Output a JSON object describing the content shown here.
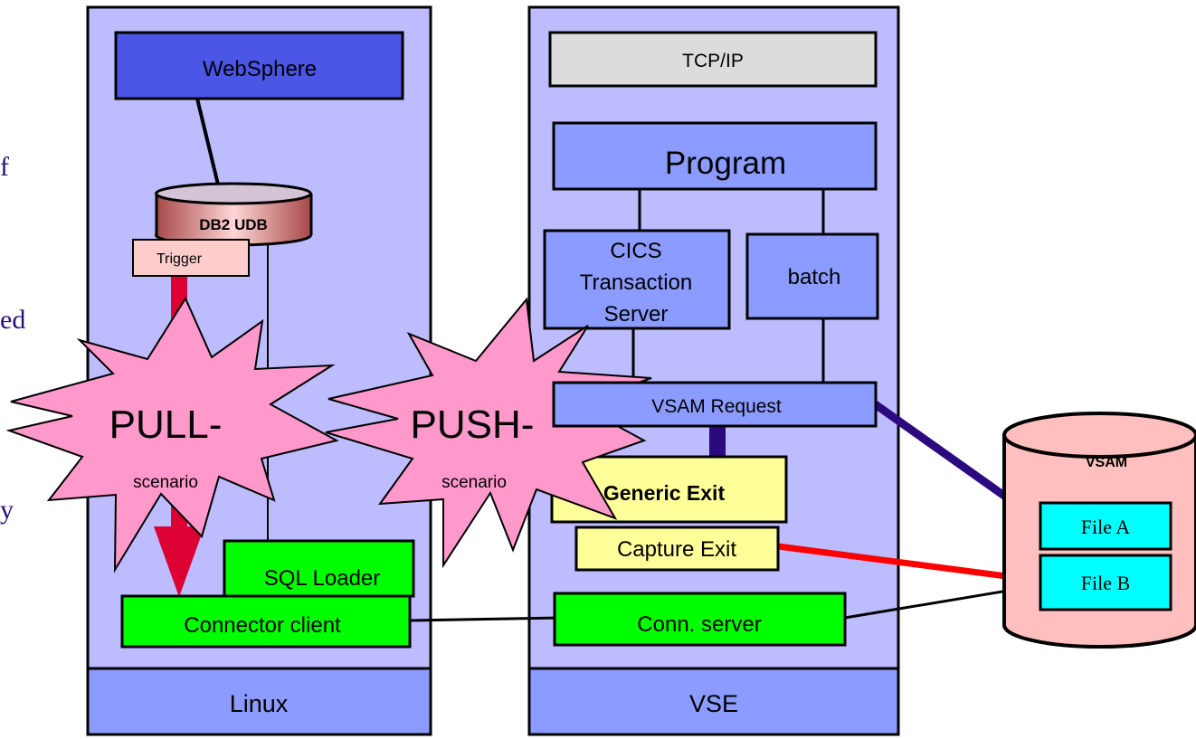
{
  "left_text_fragments": [
    "f",
    "ed",
    "y"
  ],
  "platforms": {
    "linux": "Linux",
    "vse": "VSE"
  },
  "linux": {
    "websphere": "WebSphere",
    "db2": "DB2 UDB",
    "trigger": "Trigger",
    "sql_loader": "SQL Loader",
    "connector_client": "Connector client"
  },
  "vse": {
    "tcpip": "TCP/IP",
    "program": "Program",
    "cics": [
      "CICS",
      "Transaction",
      "Server"
    ],
    "batch": "batch",
    "vsam_request": "VSAM Request",
    "generic_exit": "Generic Exit",
    "capture_exit": "Capture Exit",
    "conn_server": "Conn. server"
  },
  "vsam": {
    "title": "VSAM",
    "file_a": "File A",
    "file_b": "File B"
  },
  "scenarios": {
    "pull": {
      "main": "PULL-",
      "sub": "scenario"
    },
    "push": {
      "main": "PUSH-",
      "sub": "scenario"
    }
  },
  "colors": {
    "panel": "#bcbcff",
    "blue_box": "#8c9bff",
    "websphere": "#4b55e6",
    "green": "#00ff00",
    "yellow": "#ffff99",
    "cyan": "#00ffff",
    "vsam_pink": "#ffbfbf",
    "burst": "#ff99cc",
    "red_arrow": "#dd0033",
    "navy_line": "#2b0a80"
  }
}
